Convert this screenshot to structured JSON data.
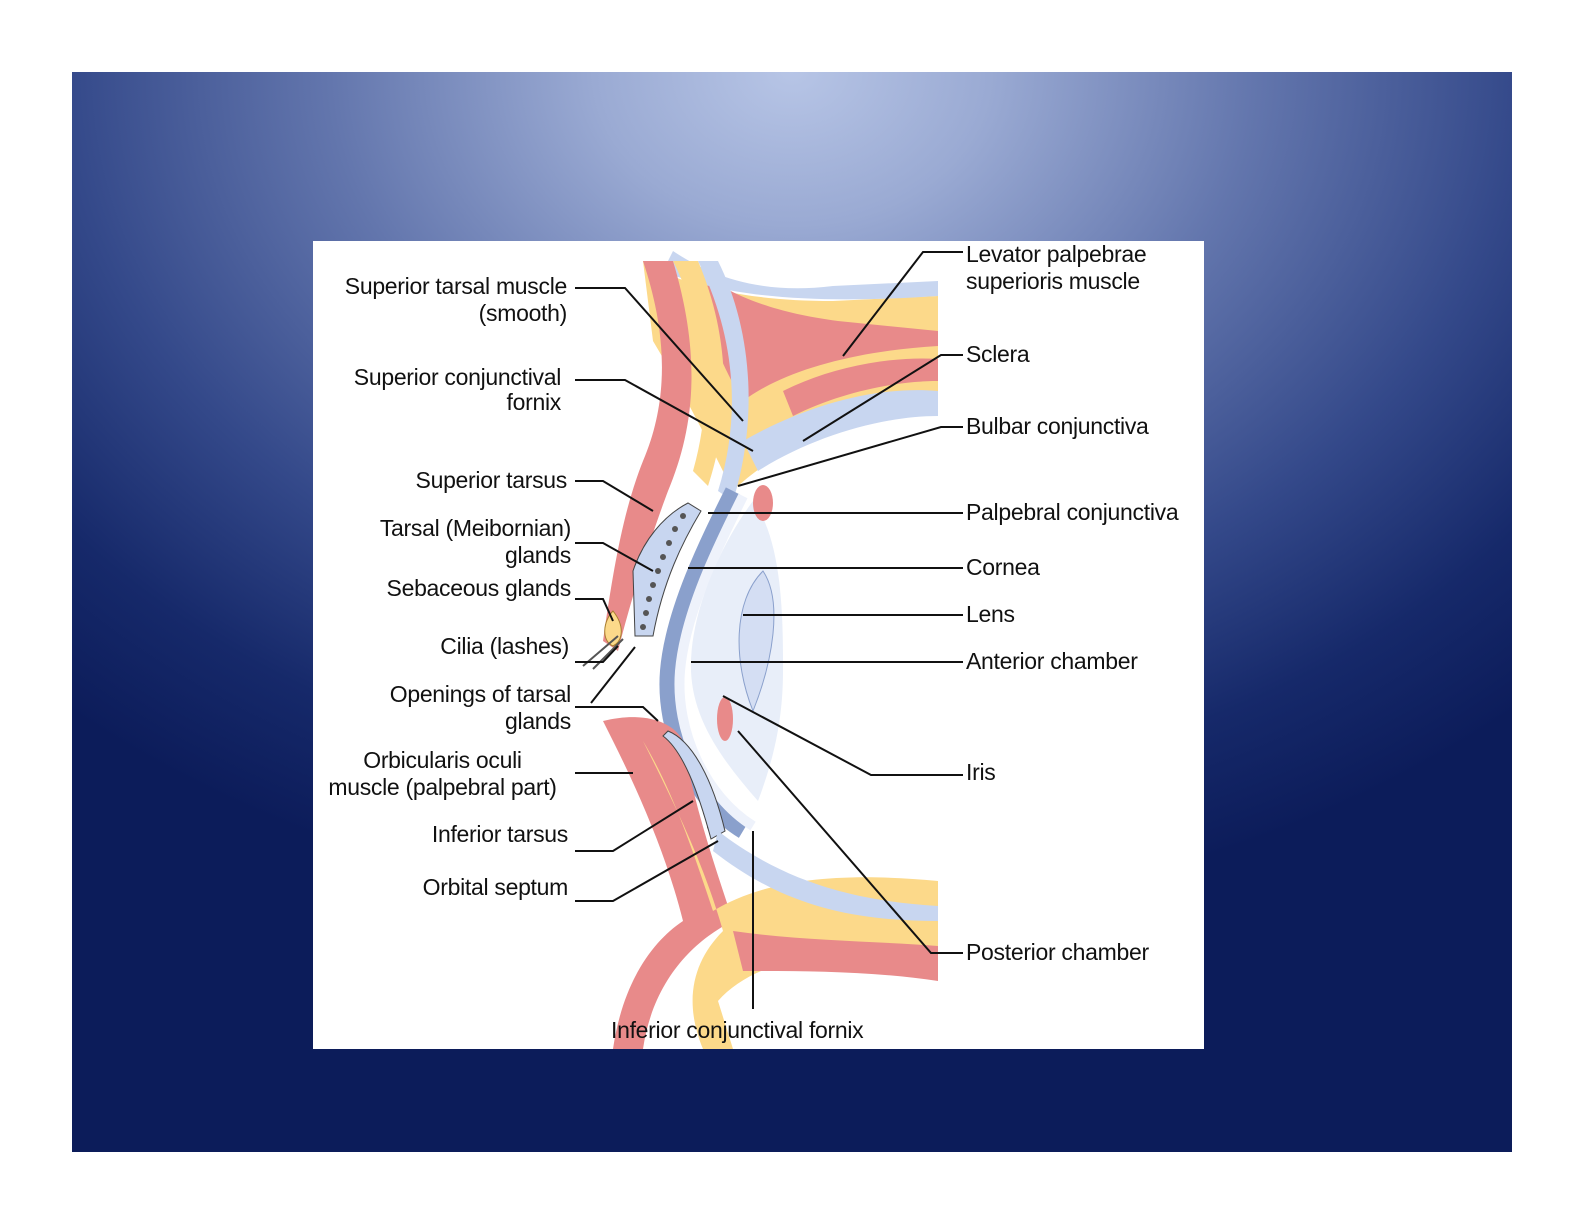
{
  "colors": {
    "slide_light": "#b7c5e6",
    "slide_dark": "#0c1c5a",
    "figure_background": "#ffffff",
    "muscle": "#e88a8a",
    "fat": "#fcd98a",
    "connective_tissue": "#c8d6f0",
    "leader_line": "#111111"
  },
  "labels": {
    "superior_tarsal_muscle": "Superior tarsal muscle\n(smooth)",
    "superior_conjunctival_fornix": "Superior conjunctival\nfornix",
    "superior_tarsus": "Superior tarsus",
    "tarsal_glands": "Tarsal (Meibornian)\nglands",
    "sebaceous_glands": "Sebaceous glands",
    "cilia": "Cilia (lashes)",
    "openings_of_tarsal_glands": "Openings of tarsal\nglands",
    "orbicularis_oculi": "Orbicularis oculi\nmuscle (palpebral part)",
    "inferior_tarsus": "Inferior tarsus",
    "orbital_septum": "Orbital septum",
    "inferior_conjunctival_fornix": "Inferior conjunctival fornix",
    "levator_palpebrae": "Levator palpebrae\nsuperioris muscle",
    "sclera": "Sclera",
    "bulbar_conjunctiva": "Bulbar conjunctiva",
    "palpebral_conjunctiva": "Palpebral conjunctiva",
    "cornea": "Cornea",
    "lens": "Lens",
    "anterior_chamber": "Anterior chamber",
    "iris": "Iris",
    "posterior_chamber": "Posterior chamber"
  }
}
